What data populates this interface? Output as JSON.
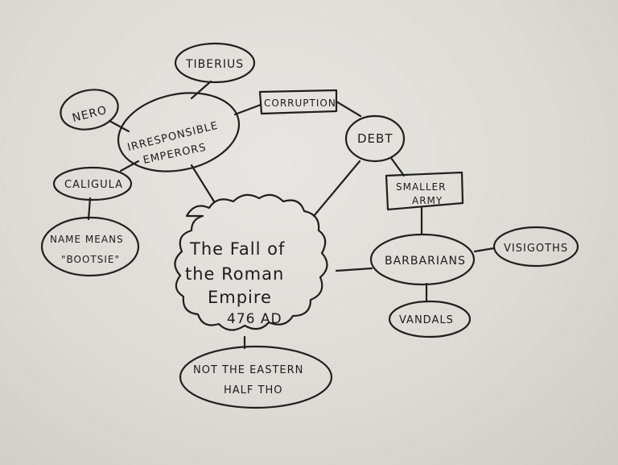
{
  "diagram": {
    "center": {
      "lines": [
        "The Fall of",
        "the Roman",
        "Empire",
        "476 AD"
      ]
    },
    "nodes": {
      "tiberius": "TIBERIUS",
      "nero": "NERO",
      "irresponsible_emperors": [
        "IRRESPONSIBLE",
        "EMPERORS"
      ],
      "caligula": "CALIGULA",
      "name_means": [
        "NAME MEANS",
        "\"BOOTSIE\""
      ],
      "corruption": "CORRUPTION",
      "debt": "DEBT",
      "smaller_army": [
        "SMALLER",
        "ARMY"
      ],
      "barbarians": "BARBARIANS",
      "visigoths": "VISIGOTHS",
      "vandals": "VANDALS",
      "not_eastern": [
        "NOT THE EASTERN",
        "HALF THO"
      ]
    }
  }
}
